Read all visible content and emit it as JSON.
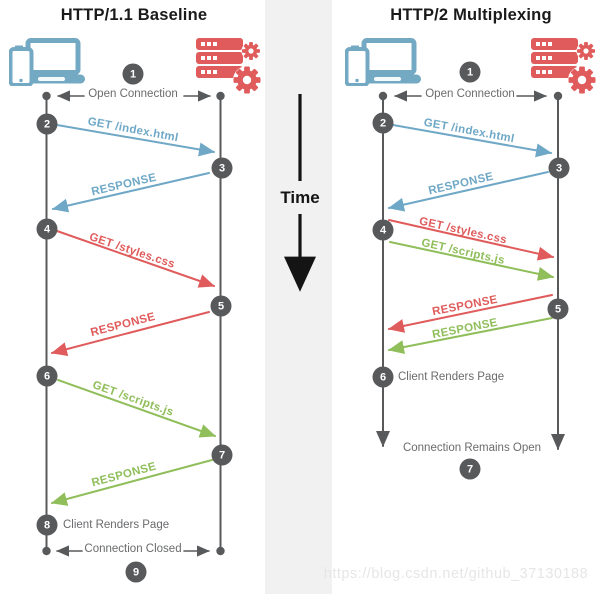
{
  "colors": {
    "blue": "#6FA8C6",
    "red": "#E05B5B",
    "green": "#8FBE5A",
    "dark_gray": "#58595B",
    "label_gray": "#6A6B6D",
    "strip_gray": "#F1F1F1",
    "black": "#141414",
    "watermark_gray": "#E6E6E6"
  },
  "time_label": "Time",
  "watermark": "https://blog.csdn.net/github_37130188",
  "left": {
    "title": "HTTP/1.1 Baseline",
    "open_connection": "Open Connection",
    "connection_closed": "Connection Closed",
    "client_renders": "Client Renders Page",
    "badges": [
      "1",
      "2",
      "3",
      "4",
      "5",
      "6",
      "7",
      "8",
      "9"
    ],
    "arrows": {
      "req1": "GET /index.html",
      "resp1": "RESPONSE",
      "req2": "GET /styles.css",
      "resp2": "RESPONSE",
      "req3": "GET /scripts.js",
      "resp3": "RESPONSE"
    }
  },
  "right": {
    "title": "HTTP/2 Multiplexing",
    "open_connection": "Open Connection",
    "connection_remains_open": "Connection Remains Open",
    "client_renders": "Client Renders Page",
    "badges": [
      "1",
      "2",
      "3",
      "4",
      "5",
      "6",
      "7"
    ],
    "arrows": {
      "req1": "GET /index.html",
      "resp1": "RESPONSE",
      "req2": "GET /styles.css",
      "req3": "GET /scripts.js",
      "resp2": "RESPONSE",
      "resp3": "RESPONSE"
    }
  }
}
